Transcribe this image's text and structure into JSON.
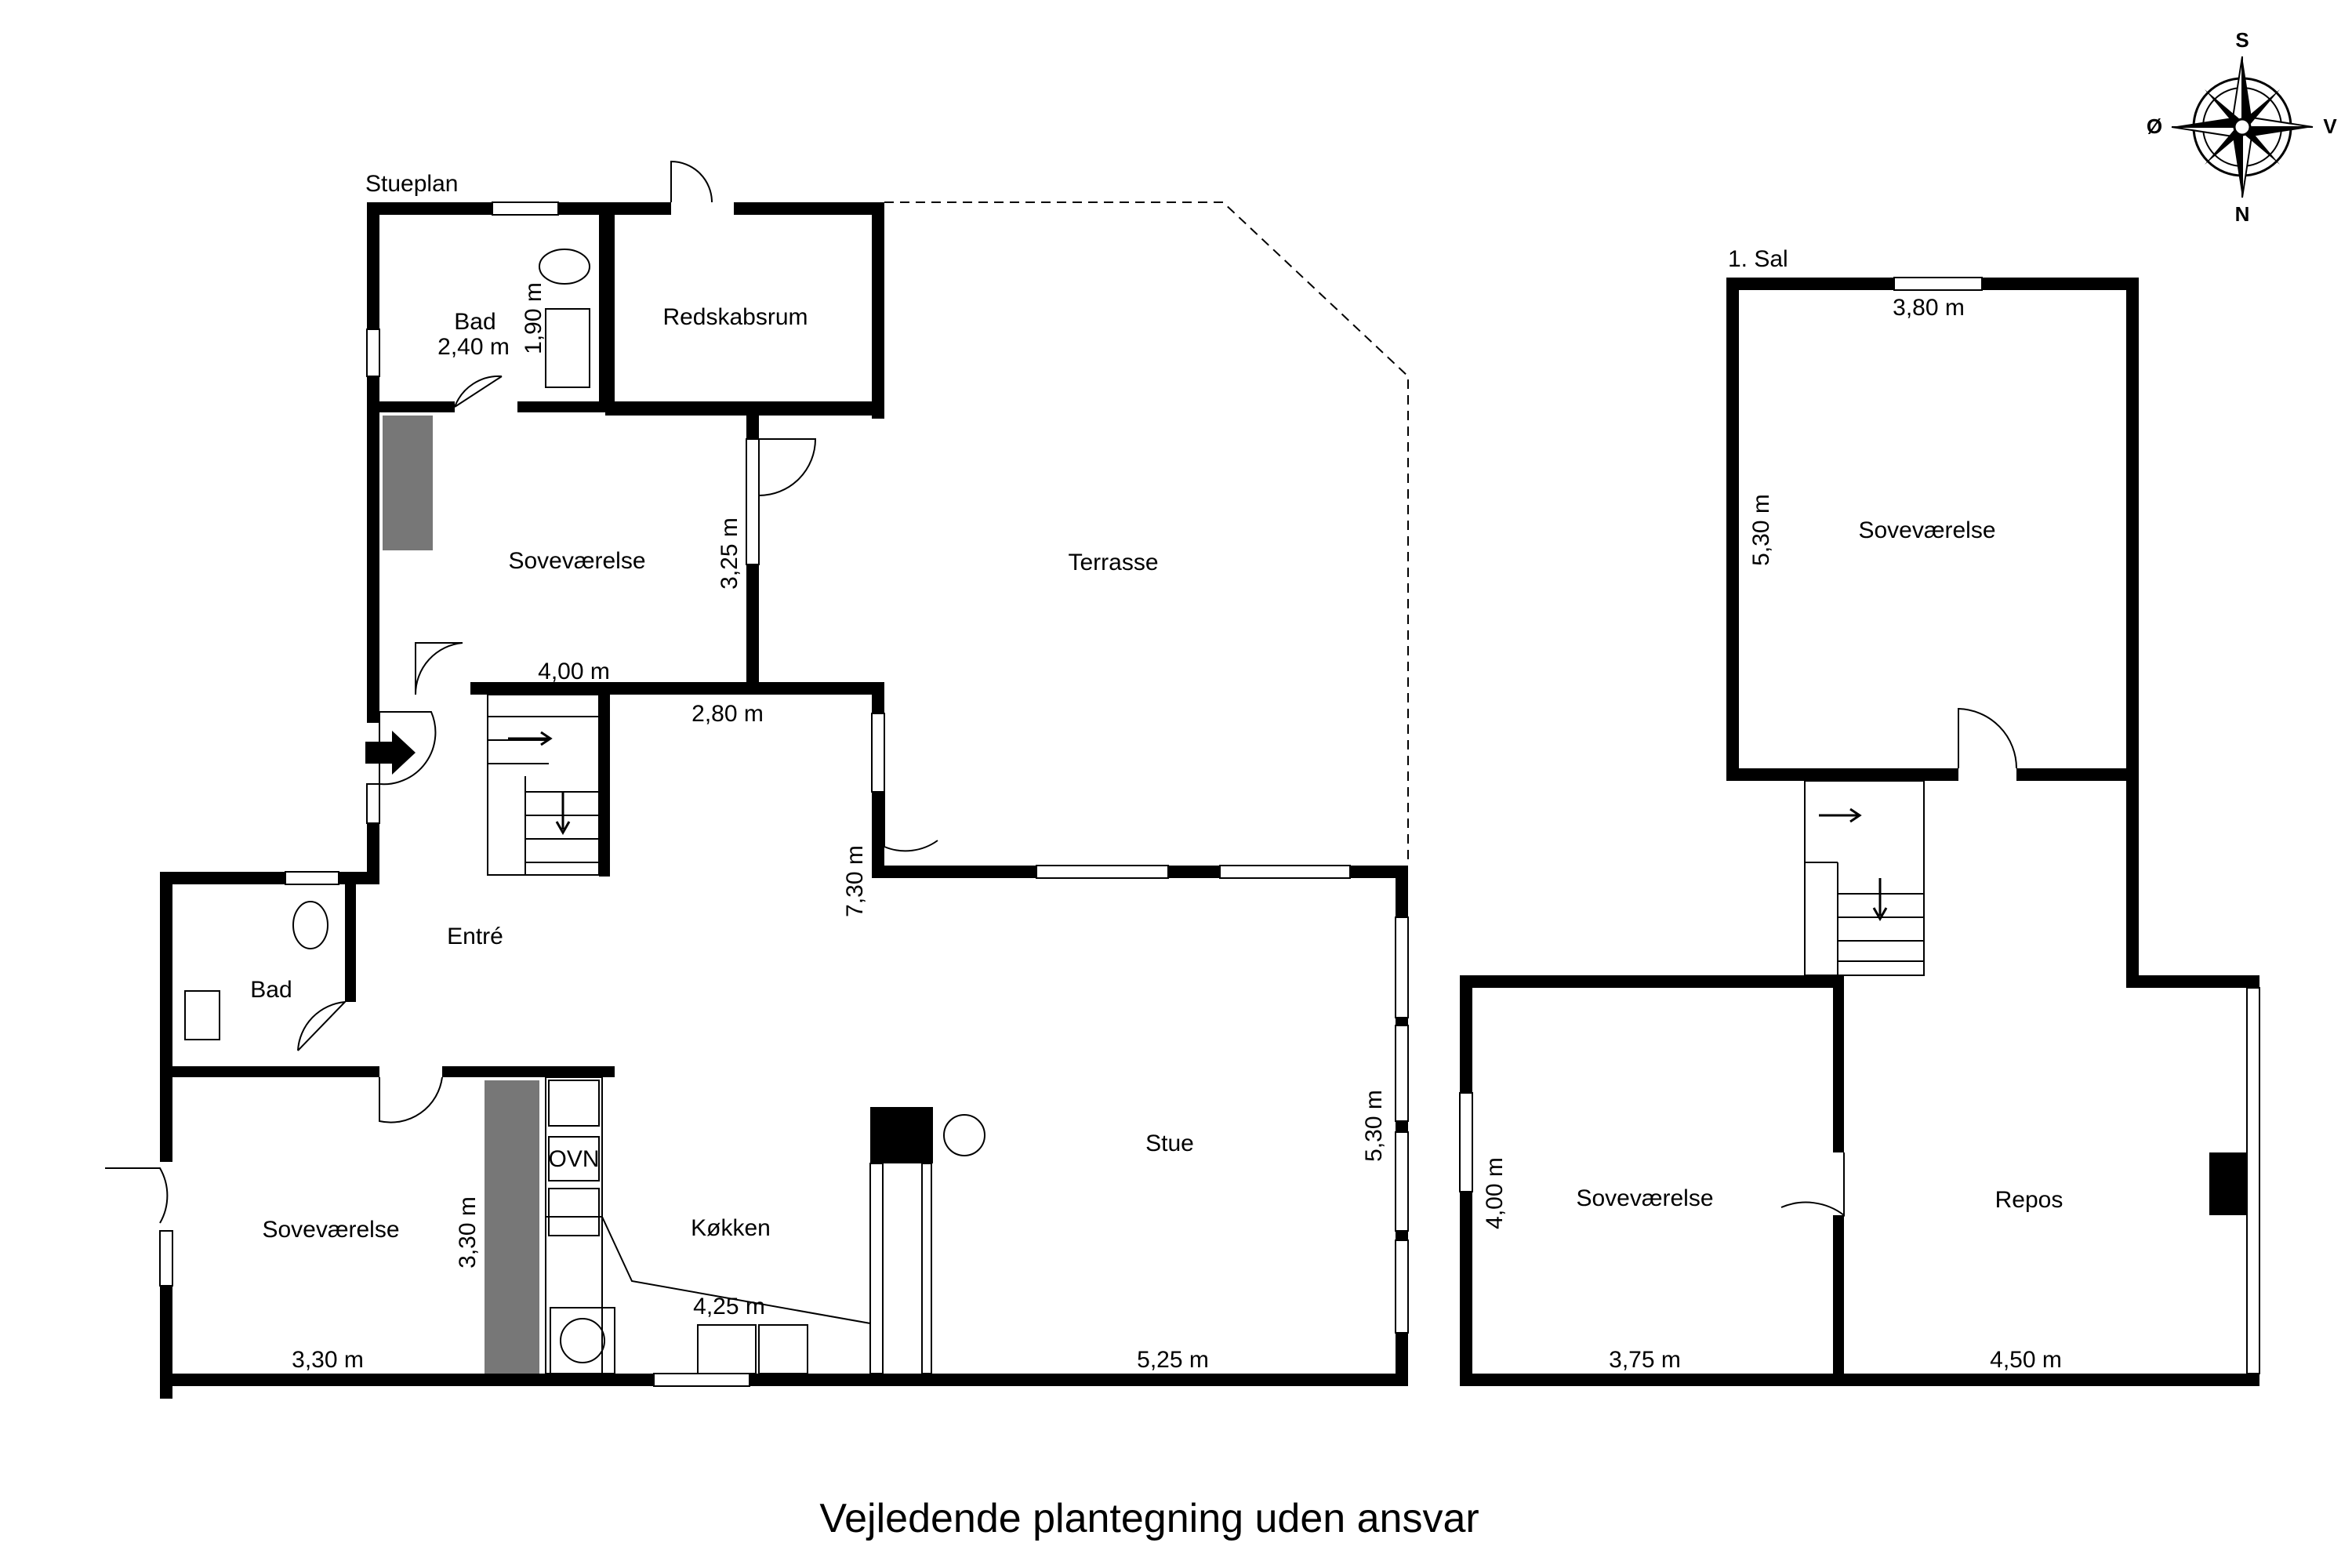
{
  "floors": {
    "ground": "Stueplan",
    "first": "1. Sal"
  },
  "rooms": {
    "bad_top": "Bad",
    "redskabsrum": "Redskabsrum",
    "sovevaerelse_1": "Soveværelse",
    "terrasse": "Terrasse",
    "entre": "Entré",
    "bad_left": "Bad",
    "sovevaerelse_2": "Soveværelse",
    "koekken": "Køkken",
    "stue": "Stue",
    "ovn": "OVN",
    "sovevaerelse_3": "Soveværelse",
    "sovevaerelse_4": "Soveværelse",
    "repos": "Repos"
  },
  "dimensions": {
    "bad_w": "2,40 m",
    "bad_h": "1,90 m",
    "sov1_h": "3,25 m",
    "sov1_w": "4,00 m",
    "hall_w": "2,80 m",
    "stue_depth": "7,30 m",
    "sov2_h": "3,30 m",
    "sov2_w": "3,30 m",
    "koekken_w": "4,25 m",
    "stue_w": "5,25 m",
    "stue_h": "5,30 m",
    "upper_sov_w": "3,80 m",
    "upper_sov_h": "5,30 m",
    "upper_sov2_h": "4,00 m",
    "upper_sov2_w": "3,75 m",
    "repos_w": "4,50 m"
  },
  "compass": {
    "n": "N",
    "s": "S",
    "e": "Ø",
    "w": "V"
  },
  "disclaimer": "Vejledende plantegning uden ansvar",
  "colors": {
    "wall": "#000000",
    "counter": "#777777",
    "background": "#ffffff"
  }
}
